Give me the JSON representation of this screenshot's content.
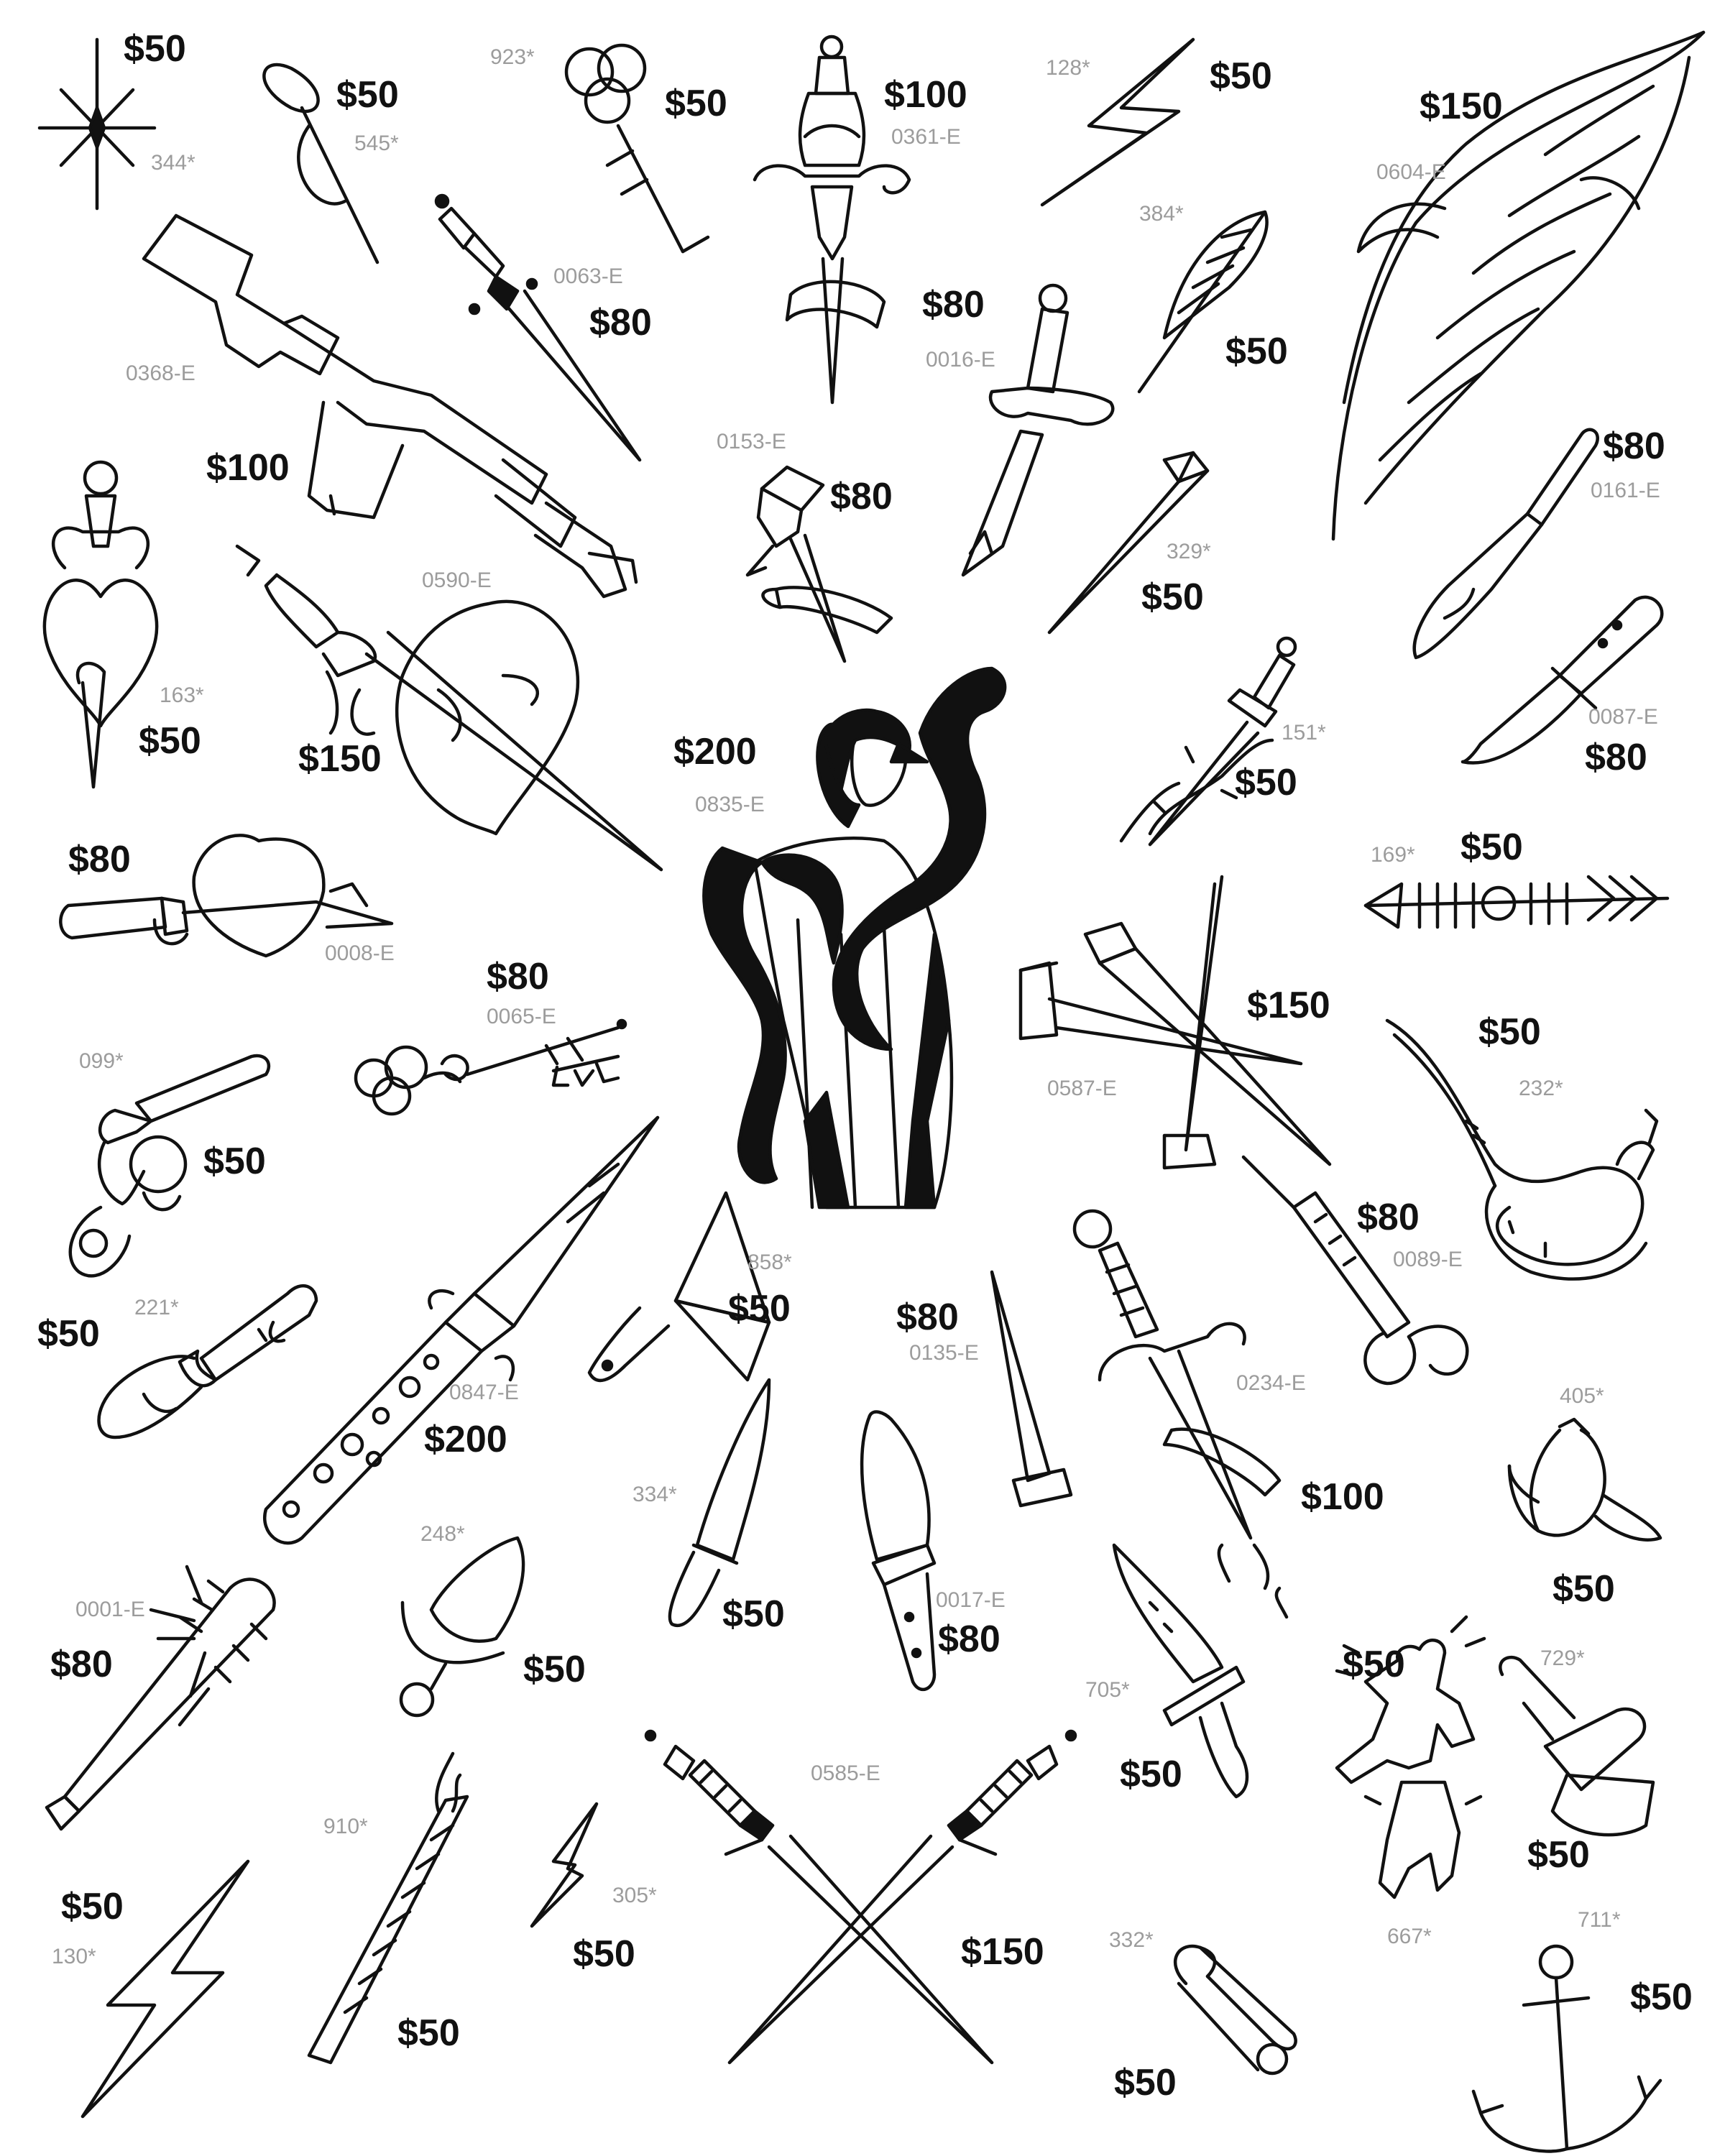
{
  "designs": [
    {
      "id": "sparkle",
      "icon": "sparkle-icon",
      "code": "344*",
      "price": "$50"
    },
    {
      "id": "leaf-sprig",
      "icon": "leaf-icon",
      "code": "545*",
      "price": "$50"
    },
    {
      "id": "clover-key",
      "icon": "clover-key-icon",
      "code": "923*",
      "price": "$50"
    },
    {
      "id": "dagger-banner",
      "icon": "dagger-icon",
      "code": "0361-E",
      "price": "$100"
    },
    {
      "id": "lightning-top",
      "icon": "lightning-icon",
      "code": "128*",
      "price": "$50"
    },
    {
      "id": "big-feather",
      "icon": "feather-icon",
      "code": "0604-E",
      "price": "$150"
    },
    {
      "id": "rifle",
      "icon": "rifle-icon",
      "code": "0368-E",
      "price": "$100"
    },
    {
      "id": "stiletto",
      "icon": "stiletto-icon",
      "code": "0063-E",
      "price": "$80"
    },
    {
      "id": "small-feather",
      "icon": "feather-icon",
      "code": "384*",
      "price": "$50"
    },
    {
      "id": "bowie-dagger",
      "icon": "dagger-icon",
      "code": "0016-E",
      "price": "$80"
    },
    {
      "id": "nail-banner",
      "icon": "nail-icon",
      "code": "0153-E",
      "price": "$80"
    },
    {
      "id": "kitchen-knife-top",
      "icon": "knife-icon",
      "code": "0161-E",
      "price": "$80"
    },
    {
      "id": "heart-dagger",
      "icon": "heart-dagger-icon",
      "code": "163*",
      "price": "$50"
    },
    {
      "id": "heart-sword",
      "icon": "heart-sword-icon",
      "code": "0590-E",
      "price": "$150"
    },
    {
      "id": "single-nail",
      "icon": "nail-icon",
      "code": "329*",
      "price": "$50"
    },
    {
      "id": "hunting-knife",
      "icon": "knife-icon",
      "code": "0087-E",
      "price": "$80"
    },
    {
      "id": "woman-snake",
      "icon": "woman-snake-icon",
      "code": "0835-E",
      "price": "$200"
    },
    {
      "id": "thorn-dagger",
      "icon": "dagger-icon",
      "code": "151*",
      "price": "$50"
    },
    {
      "id": "arrow",
      "icon": "arrow-icon",
      "code": "169*",
      "price": "$50"
    },
    {
      "id": "heart-knife",
      "icon": "heart-knife-icon",
      "code": "0008-E",
      "price": "$80"
    },
    {
      "id": "love-key",
      "icon": "key-icon",
      "code": "0065-E",
      "price": "$80"
    },
    {
      "id": "crossed-nails",
      "icon": "nails-icon",
      "code": "0587-E",
      "price": "$150"
    },
    {
      "id": "snake",
      "icon": "snake-icon",
      "code": "232*",
      "price": "$50"
    },
    {
      "id": "revolver",
      "icon": "revolver-icon",
      "code": "099*",
      "price": "$50"
    },
    {
      "id": "switchblade",
      "icon": "switchblade-icon",
      "code": "0847-E",
      "price": "$200"
    },
    {
      "id": "cleaver",
      "icon": "cleaver-icon",
      "code": "858*",
      "price": "$50"
    },
    {
      "id": "spike",
      "icon": "spike-icon",
      "code": "0135-E",
      "price": "$80"
    },
    {
      "id": "rope-dagger",
      "icon": "dagger-icon",
      "code": "0234-E",
      "price": "$100"
    },
    {
      "id": "syringe",
      "icon": "syringe-icon",
      "code": "0089-E",
      "price": "$80"
    },
    {
      "id": "hand-gun",
      "icon": "hand-gun-icon",
      "code": "221*",
      "price": "$50"
    },
    {
      "id": "banana",
      "icon": "banana-icon",
      "code": "405*",
      "price": "$50"
    },
    {
      "id": "chef-knife",
      "icon": "knife-icon",
      "code": "334*",
      "price": "$50"
    },
    {
      "id": "bushcraft-knife",
      "icon": "knife-icon",
      "code": "0017-E",
      "price": "$80"
    },
    {
      "id": "spiked-bat",
      "icon": "bat-icon",
      "code": "0001-E",
      "price": "$80"
    },
    {
      "id": "push-dagger",
      "icon": "push-dagger-icon",
      "code": "248*",
      "price": "$50"
    },
    {
      "id": "curved-blade",
      "icon": "blade-icon",
      "code": "705*",
      "price": "$50"
    },
    {
      "id": "haring-figure",
      "icon": "figure-icon",
      "code": "667*",
      "price": "$50"
    },
    {
      "id": "pushpin",
      "icon": "pushpin-icon",
      "code": "729*",
      "price": "$50"
    },
    {
      "id": "joint",
      "icon": "joint-icon",
      "code": "910*",
      "price": "$50"
    },
    {
      "id": "small-bolt",
      "icon": "lightning-icon",
      "code": "305*",
      "price": "$50"
    },
    {
      "id": "crossed-swords",
      "icon": "swords-icon",
      "code": "0585-E",
      "price": "$150"
    },
    {
      "id": "lightning-bottom",
      "icon": "lightning-icon",
      "code": "130*",
      "price": "$50"
    },
    {
      "id": "safety-pin",
      "icon": "safety-pin-icon",
      "code": "332*",
      "price": "$50"
    },
    {
      "id": "anchor",
      "icon": "anchor-icon",
      "code": "711*",
      "price": "$50"
    }
  ]
}
